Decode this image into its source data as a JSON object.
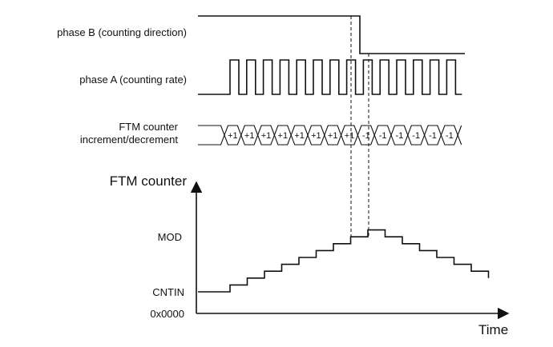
{
  "diagram": {
    "phase_b_label": "phase B (counting direction)",
    "phase_a_label": "phase A (counting rate)",
    "ftm_label_line1": "FTM counter",
    "ftm_label_line2": "increment/decrement",
    "y_axis_title": "FTM counter",
    "mod_label": "MOD",
    "cntin_label": "CNTIN",
    "zero_label": "0x0000",
    "x_axis_label": "Time",
    "bus_symbols": [
      "+1",
      "+1",
      "+1",
      "+1",
      "+1",
      "+1",
      "+1",
      "+1",
      "-1",
      "-1",
      "-1",
      "-1",
      "-1",
      "-1"
    ]
  }
}
